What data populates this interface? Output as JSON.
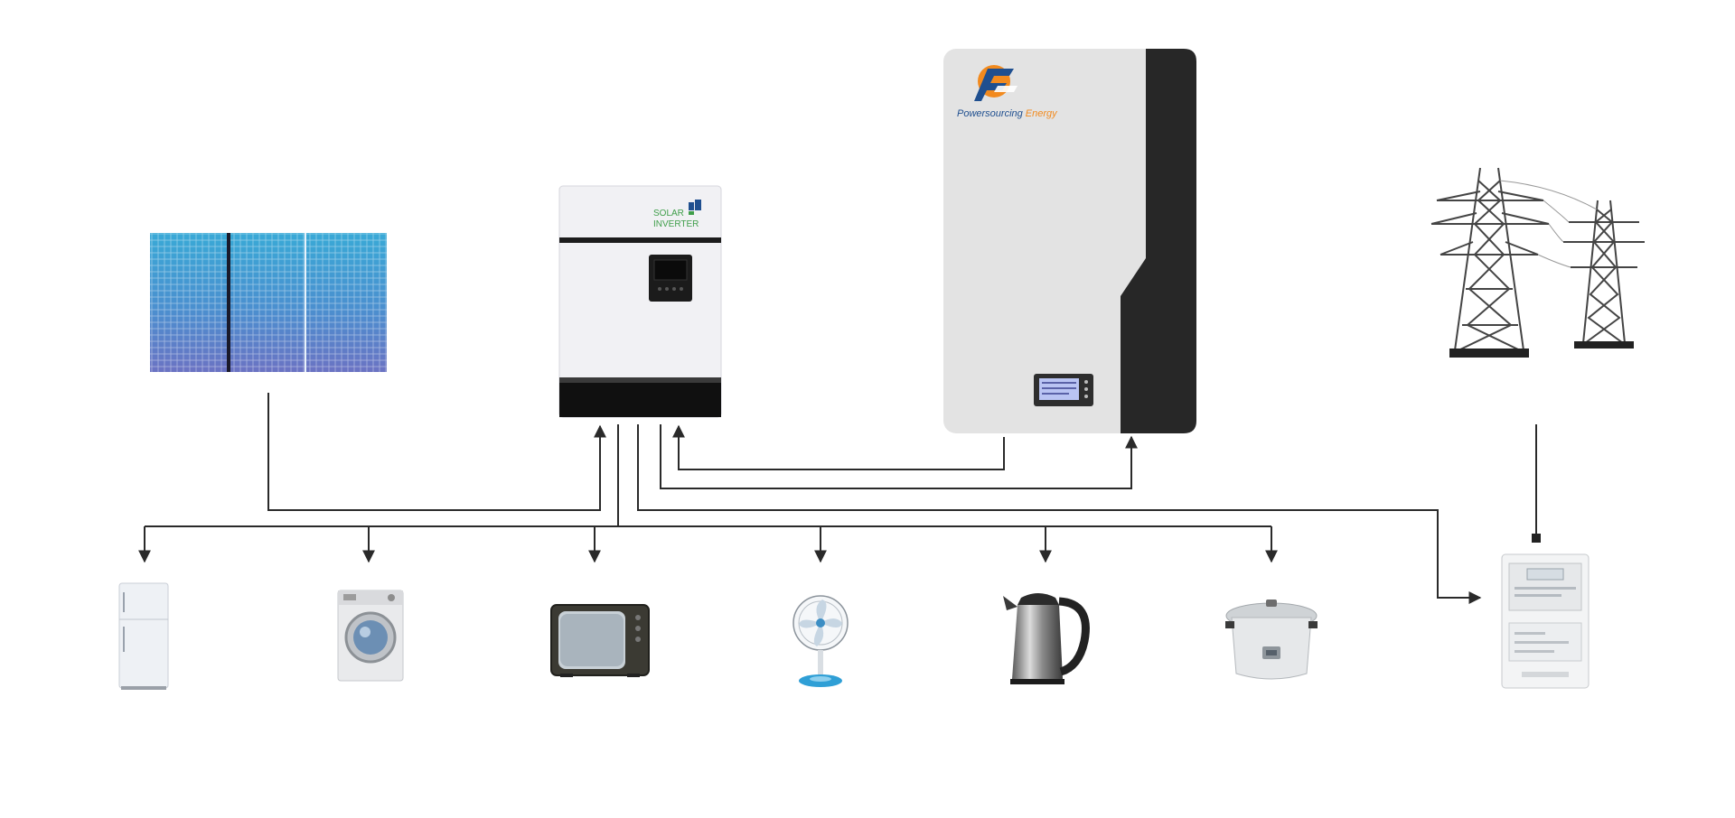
{
  "inverter": {
    "brand_line1": "SOLAR",
    "brand_line2": "INVERTER"
  },
  "battery": {
    "brand_word1": "Powersourcing",
    "brand_word2": "Energy"
  },
  "colors": {
    "line": "#2a2a2a",
    "solar_panel": "#4a8ec9",
    "inverter_body": "#f1f1f4",
    "inverter_base": "#101010",
    "battery_body": "#e3e3e3",
    "battery_side": "#272727",
    "logo_orange": "#f28a1e",
    "logo_blue": "#1f4f8f",
    "inverter_text": "#3f9e4a",
    "tower": "#444444"
  }
}
